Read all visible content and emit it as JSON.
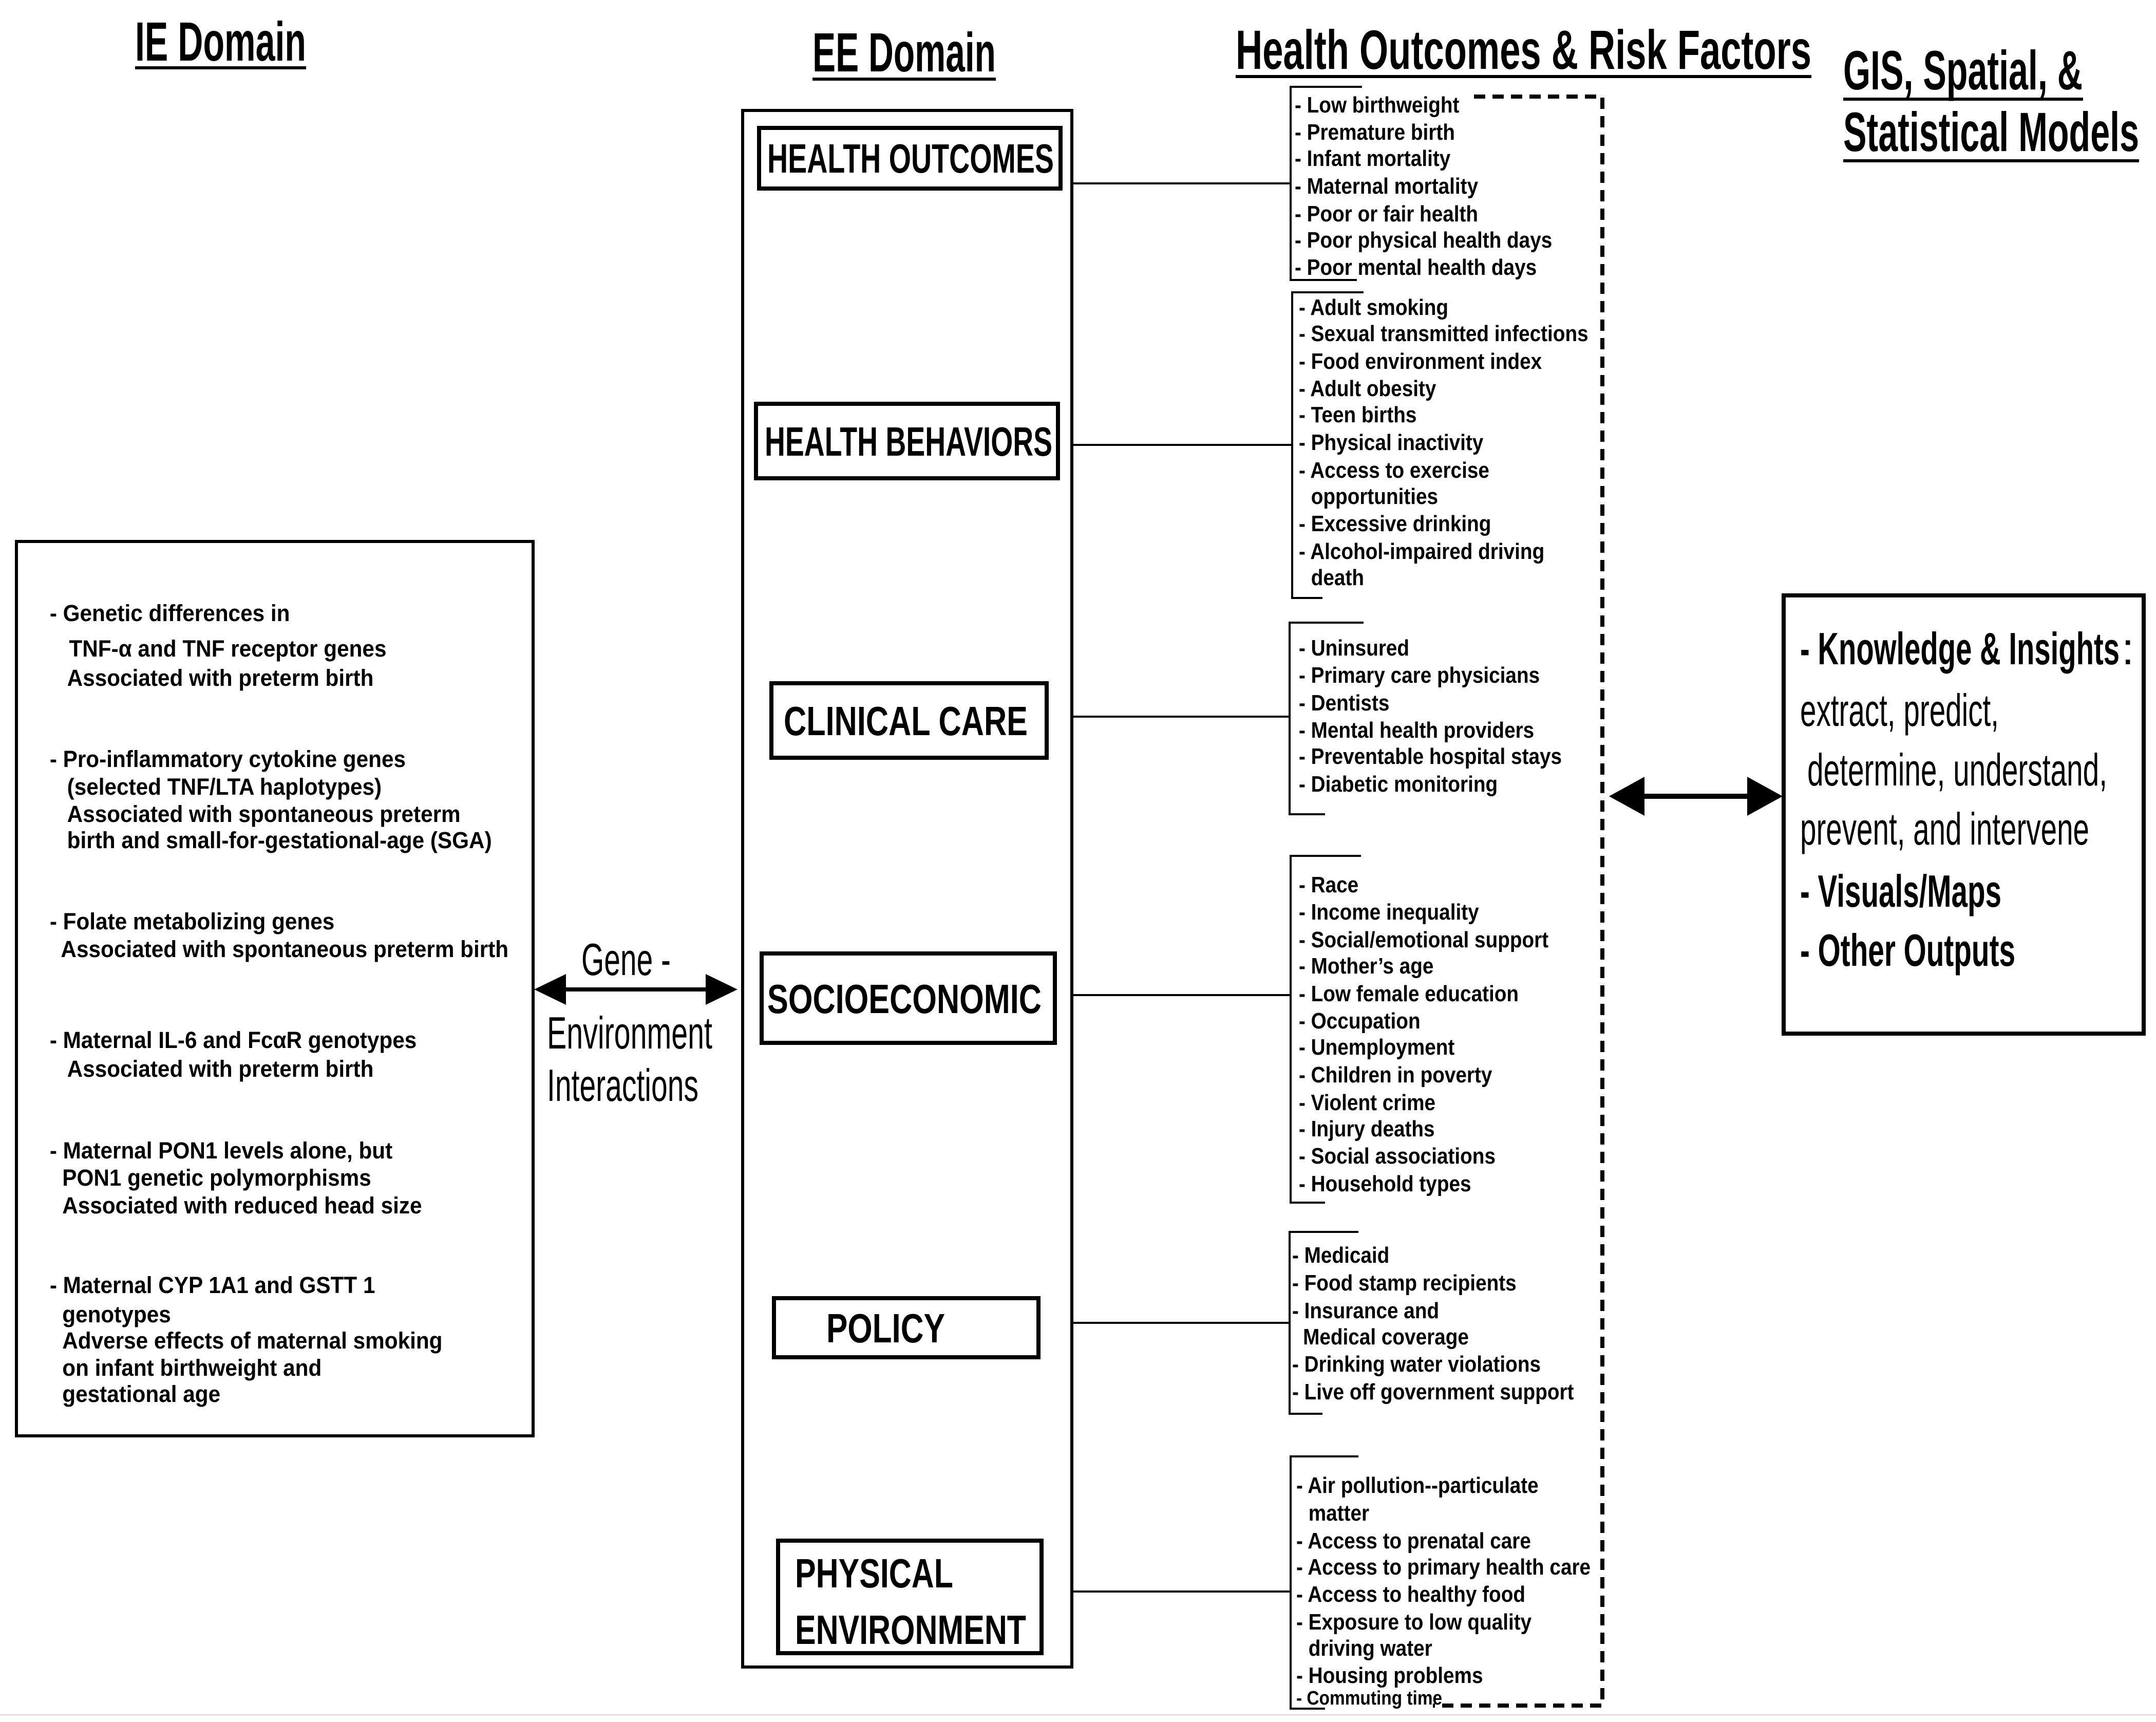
{
  "headers": {
    "ie_domain": "IE Domain",
    "ee_domain": "EE Domain",
    "health_outcomes_risk_factors": "Health Outcomes & Risk Factors",
    "gis_line1": "GIS, Spatial, &",
    "gis_line2": "Statistical Models"
  },
  "ie_domain": {
    "lines": [
      "- Genetic differences in",
      "TNF-α and TNF receptor genes",
      "Associated with preterm birth",
      "- Pro-inflammatory cytokine genes",
      "(selected TNF/LTA haplotypes)",
      "Associated with spontaneous preterm",
      "birth and small-for-gestational-age (SGA)",
      "- Folate metabolizing genes",
      "Associated with spontaneous preterm birth",
      "- Maternal IL-6 and FcαR genotypes",
      "Associated with preterm birth",
      "- Maternal PON1 levels alone, but",
      "PON1 genetic polymorphisms",
      "Associated with reduced head size",
      "- Maternal CYP 1A1 and GSTT 1",
      "genotypes",
      "Adverse effects of maternal smoking",
      "on infant birthweight and",
      "gestational age"
    ]
  },
  "gene_environment": [
    "Gene -",
    "Environment",
    "Interactions"
  ],
  "ee_domain": {
    "boxes": {
      "health_outcomes": "HEALTH OUTCOMES",
      "health_behaviors": "HEALTH BEHAVIORS",
      "clinical_care": "CLINICAL CARE",
      "socioeconomic": "SOCIOECONOMIC",
      "policy": "POLICY",
      "physical_environment": [
        "PHYSICAL",
        "ENVIRONMENT"
      ]
    }
  },
  "risk_factors": {
    "health_outcomes": [
      "- Low birthweight",
      "- Premature birth",
      "- Infant mortality",
      "- Maternal mortality",
      "- Poor or fair health",
      "- Poor physical health days",
      "- Poor mental health days"
    ],
    "health_behaviors": [
      "- Adult smoking",
      "- Sexual transmitted infections",
      "- Food environment index",
      "- Adult obesity",
      "- Teen births",
      "- Physical inactivity",
      "- Access to exercise",
      "opportunities",
      "- Excessive drinking",
      "- Alcohol-impaired driving",
      "death"
    ],
    "clinical_care": [
      "- Uninsured",
      "- Primary care physicians",
      "- Dentists",
      "- Mental health providers",
      "- Preventable hospital stays",
      "- Diabetic monitoring"
    ],
    "socioeconomic": [
      "- Race",
      "- Income inequality",
      "- Social/emotional support",
      "- Mother’s age",
      "- Low female education",
      "- Occupation",
      "- Unemployment",
      "- Children in poverty",
      "- Violent crime",
      "- Injury deaths",
      "- Social associations",
      "- Household types"
    ],
    "policy": [
      "- Medicaid",
      "- Food stamp recipients",
      "- Insurance and",
      "Medical coverage",
      "- Drinking water violations",
      "- Live off government support"
    ],
    "physical_environment": [
      "- Air pollution--particulate",
      "matter",
      "- Access to prenatal care",
      "- Access to primary health care",
      "- Access to healthy food",
      "- Exposure to low quality",
      "driving water",
      "- Housing problems",
      "- Commuting time"
    ]
  },
  "gis_outputs": {
    "knowledge_label": "- Knowledge & Insights",
    "colon": ":",
    "knowledge_lines": [
      "extract, predict,",
      "determine, understand,",
      "prevent, and intervene"
    ],
    "visuals": "- Visuals/Maps",
    "other": "- Other Outputs"
  }
}
